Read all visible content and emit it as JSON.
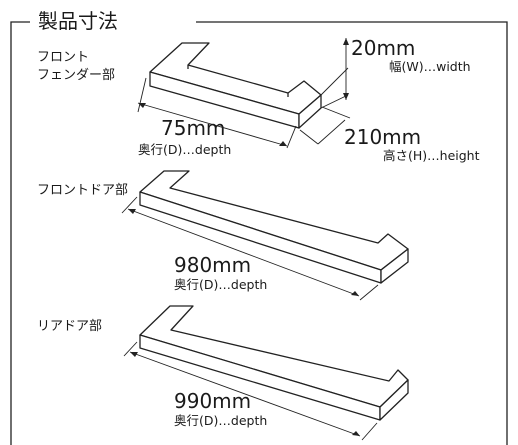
{
  "title": "製品寸法",
  "parts": [
    {
      "label_line1": "フロント",
      "label_line2": "フェンダー部",
      "thickness": "20mm",
      "width_note": "幅(W)…width",
      "depth": "75mm",
      "depth_note": "奥行(D)…depth",
      "height": "210mm",
      "height_note": "高さ(H)…height"
    },
    {
      "label": "フロントドア部",
      "depth": "980mm",
      "depth_note": "奥行(D)…depth"
    },
    {
      "label": "リアドア部",
      "depth": "990mm",
      "depth_note": "奥行(D)…depth"
    }
  ]
}
